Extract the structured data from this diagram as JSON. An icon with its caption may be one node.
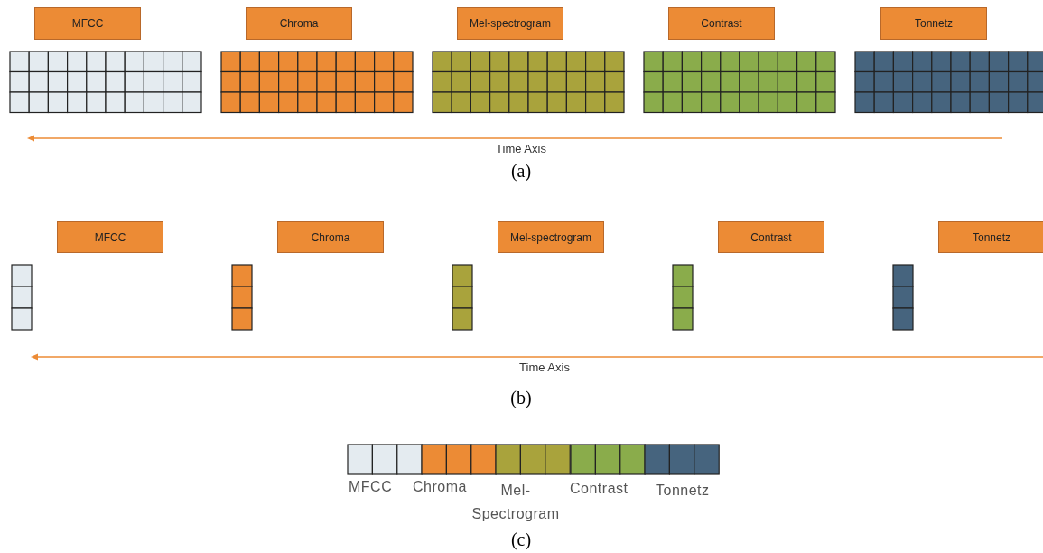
{
  "diagram": {
    "nodes": [
      {
        "text": [
          "MFCC"
        ]
      },
      {
        "text": [
          "Chroma"
        ]
      },
      {
        "text": [
          "Mel-spectrogram"
        ]
      },
      {
        "text": [
          "Contrast"
        ]
      },
      {
        "text": [
          "Tonnetz"
        ]
      },
      {
        "text": [
          "MFCC"
        ]
      },
      {
        "text": [
          "Chroma"
        ]
      },
      {
        "text": [
          "Mel-spectrogram"
        ]
      },
      {
        "text": [
          "Contrast"
        ]
      },
      {
        "text": [
          "Tonnetz"
        ]
      }
    ],
    "edges": [],
    "labels": [
      "Time Axis",
      "(a)",
      "Time Axis",
      "(b)",
      "(c)"
    ],
    "legend": [
      {
        "text": "MFCC",
        "color": "#e4ebf0"
      },
      {
        "text": "Chroma",
        "color": "#ec8b35"
      },
      {
        "text": "Mel- Spectrogram",
        "color": "#a9a33c"
      },
      {
        "text": "Contrast",
        "color": "#8aac4b"
      },
      {
        "text": "Tonnetz",
        "color": "#46647e"
      }
    ]
  }
}
